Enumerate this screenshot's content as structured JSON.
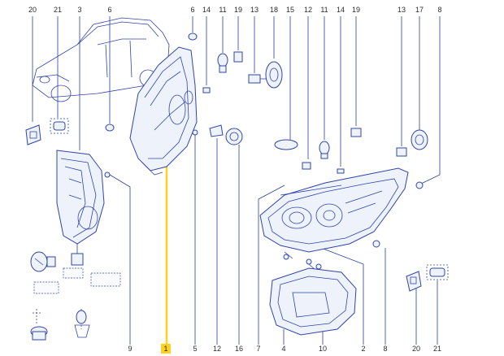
{
  "callouts": {
    "top": [
      "20",
      "21",
      "3",
      "6",
      "6",
      "14",
      "11",
      "19",
      "13",
      "18",
      "15",
      "12",
      "11",
      "14",
      "19",
      "13",
      "17",
      "8"
    ],
    "bottom": [
      "9",
      "1",
      "5",
      "12",
      "16",
      "7",
      "4",
      "10",
      "2",
      "8",
      "20",
      "21"
    ]
  },
  "highlight": {
    "label": "1",
    "color": "#ffd21f"
  },
  "colors": {
    "ink": "#2f45a8",
    "leader": "#2b3f9a",
    "fill": "#eef2fb",
    "text": "#2a2a2a"
  },
  "icons": [
    "car-outline-icon",
    "headlamp-assembly-icon",
    "bulb-icon",
    "screw-icon",
    "connector-icon",
    "cap-icon"
  ]
}
